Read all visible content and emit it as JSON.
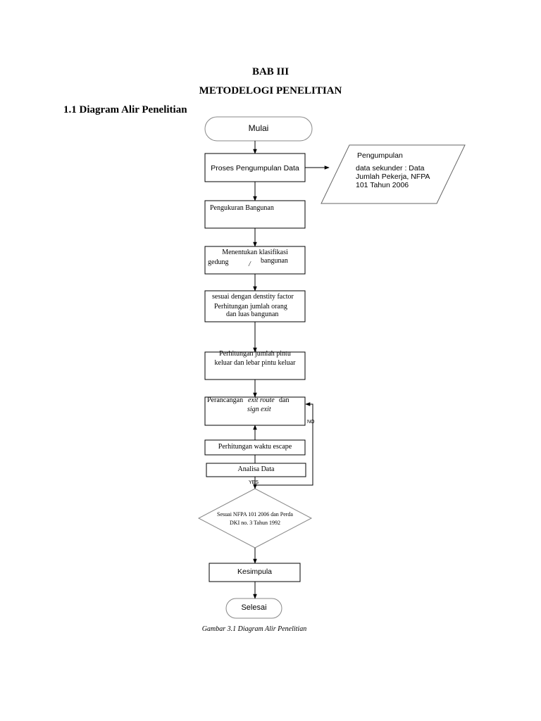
{
  "header": {
    "chapter": "BAB III",
    "title": "METODELOGI PENELITIAN",
    "section": "1.1 Diagram Alir Penelitian"
  },
  "flow": {
    "start": "Mulai",
    "collect": "Proses Pengumpulan Data",
    "secondary_line1": "Pengumpulan",
    "secondary_line2": "data sekunder : Data",
    "secondary_line3": "Jumlah Pekerja, NFPA",
    "secondary_line4": "101 Tahun 2006",
    "measure": "Pengukuran Bangunan",
    "classify_line1": "Menentukan klasifikasi",
    "classify_word1": "gedung",
    "classify_slash": "/",
    "classify_word2": "bangunan",
    "density_line1": "sesuai dengan denstity factor",
    "density_line2": "Perhitungan jumlah orang",
    "density_line3": "dan luas bangunan",
    "exits_line1": "Perhitungan jumlah pintu",
    "exits_line2": "keluar dan lebar pintu keluar",
    "route_prefix": "Perancangan",
    "route_italic1": "exit route",
    "route_and": "dan",
    "route_italic2": "sign  exit",
    "escape": "Perhitungan waktu escape",
    "analysis": "Analisa Data",
    "decision_line1": "Sesuai NFPA  101 2006  dan Perda",
    "decision_line2": "DKI no. 3 Tahun 1992",
    "no": "NO",
    "yes": "YES",
    "conclusion": "Kesimpula",
    "end": "Selesai"
  },
  "caption": "Gambar 3.1 Diagram Alir Penelitian"
}
